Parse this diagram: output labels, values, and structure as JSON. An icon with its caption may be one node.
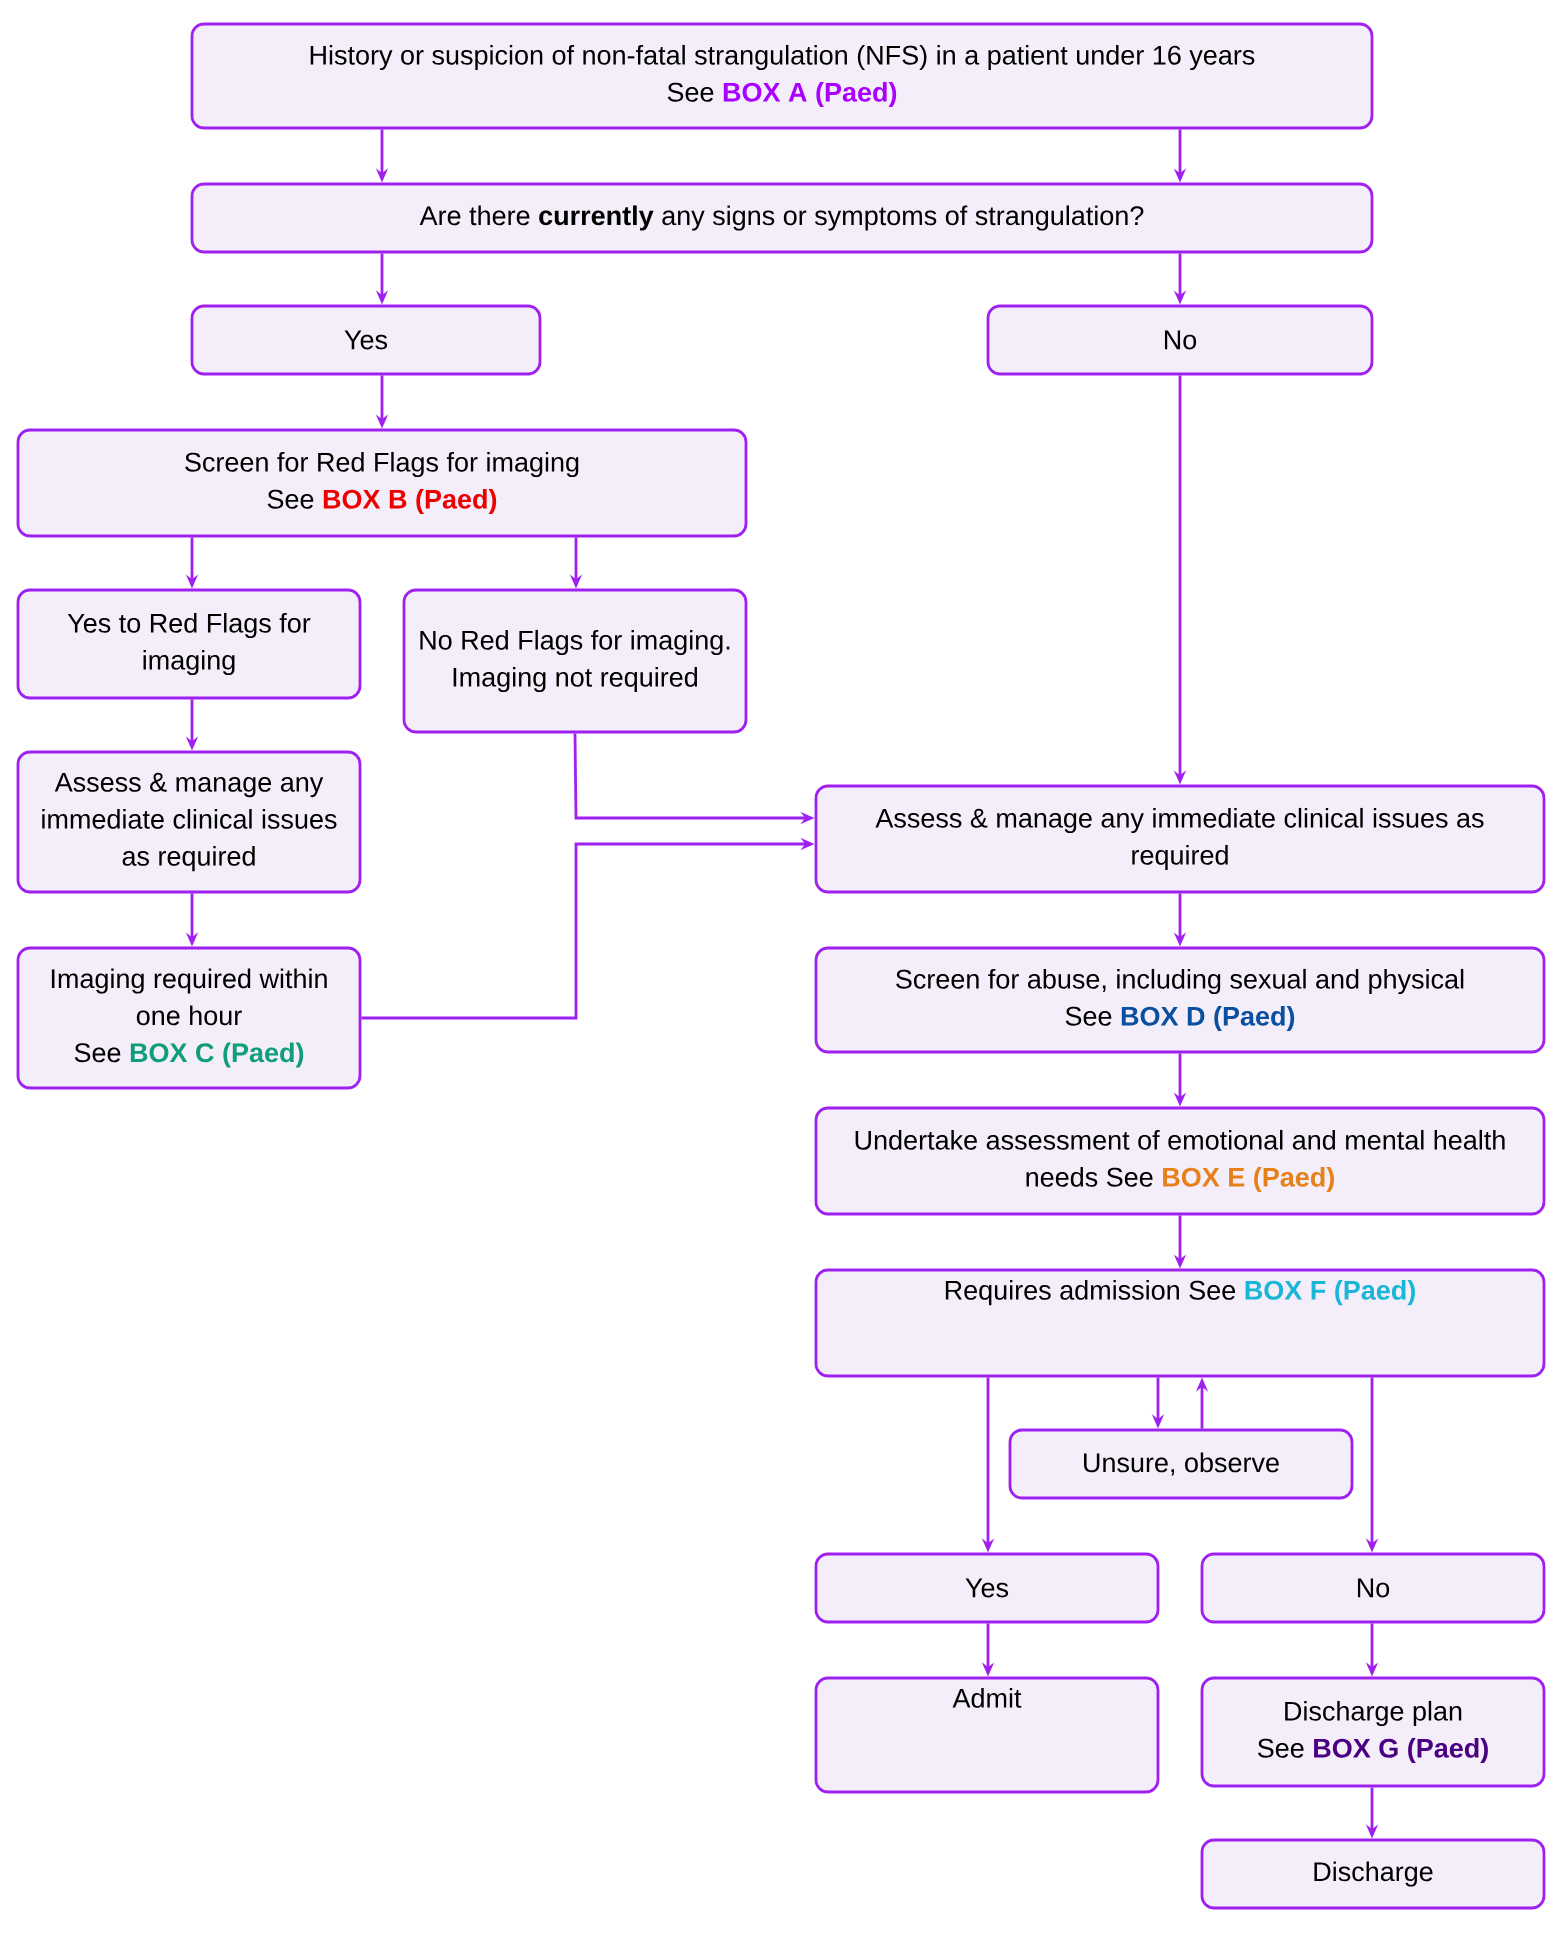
{
  "diagram": {
    "nodes": [
      {
        "text": [
          "History or suspicion of non-fatal strangulation (NFS) in a patient under 16 years",
          "See **BOX A (Paed)**"
        ]
      },
      {
        "text": [
          "Are there **currently** any signs or symptoms of strangulation?"
        ]
      },
      {
        "text": [
          "Yes"
        ]
      },
      {
        "text": [
          "No"
        ]
      },
      {
        "text": [
          "Screen for Red Flags for imaging",
          "See **BOX B (Paed)**"
        ]
      },
      {
        "text": [
          "Yes to Red Flags for imaging"
        ]
      },
      {
        "text": [
          "No Red Flags for imaging.",
          "Imaging not required"
        ]
      },
      {
        "text": [
          "Assess & manage any immediate clinical issues as required"
        ]
      },
      {
        "text": [
          "Imaging required within one hour",
          "See **BOX C (Paed)**"
        ]
      },
      {
        "text": [
          "Assess & manage any immediate clinical issues as required"
        ]
      },
      {
        "text": [
          "Screen for abuse, including sexual and physical",
          "See **BOX D (Paed)**"
        ]
      },
      {
        "text": [
          "Undertake assessment of emotional and mental health needs  See **BOX E (Paed)**"
        ]
      },
      {
        "text": [
          "Requires admission  See **BOX F (Paed)**"
        ]
      },
      {
        "text": [
          "Unsure, observe"
        ]
      },
      {
        "text": [
          "Yes"
        ]
      },
      {
        "text": [
          "No"
        ]
      },
      {
        "text": [
          "Admit"
        ]
      },
      {
        "text": [
          "Discharge plan",
          "See **BOX G (Paed)**"
        ]
      },
      {
        "text": [
          "Discharge"
        ]
      }
    ],
    "edges": [
      {
        "from": 0,
        "to": 1,
        "arrow": "to"
      },
      {
        "from": 0,
        "to": 1,
        "arrow": "to"
      },
      {
        "from": 1,
        "to": 2,
        "arrow": "to"
      },
      {
        "from": 1,
        "to": 3,
        "arrow": "to"
      },
      {
        "from": 2,
        "to": 4,
        "arrow": "to"
      },
      {
        "from": 4,
        "to": 5,
        "arrow": "to"
      },
      {
        "from": 4,
        "to": 6,
        "arrow": "to"
      },
      {
        "from": 5,
        "to": 7,
        "arrow": "to"
      },
      {
        "from": 7,
        "to": 8,
        "arrow": "to"
      },
      {
        "from": 3,
        "to": 9,
        "arrow": "to"
      },
      {
        "from": 6,
        "to": 9,
        "arrow": "to"
      },
      {
        "from": 8,
        "to": 9,
        "arrow": "to"
      },
      {
        "from": 9,
        "to": 10,
        "arrow": "to"
      },
      {
        "from": 10,
        "to": 11,
        "arrow": "to"
      },
      {
        "from": 11,
        "to": 12,
        "arrow": "to"
      },
      {
        "from": 12,
        "to": 13,
        "arrow": "to"
      },
      {
        "from": 13,
        "to": 12,
        "arrow": "to"
      },
      {
        "from": 12,
        "to": 14,
        "arrow": "to"
      },
      {
        "from": 12,
        "to": 15,
        "arrow": "to"
      },
      {
        "from": 14,
        "to": 16,
        "arrow": "to"
      },
      {
        "from": 15,
        "to": 17,
        "arrow": "to"
      },
      {
        "from": 17,
        "to": 18,
        "arrow": "to"
      }
    ]
  }
}
